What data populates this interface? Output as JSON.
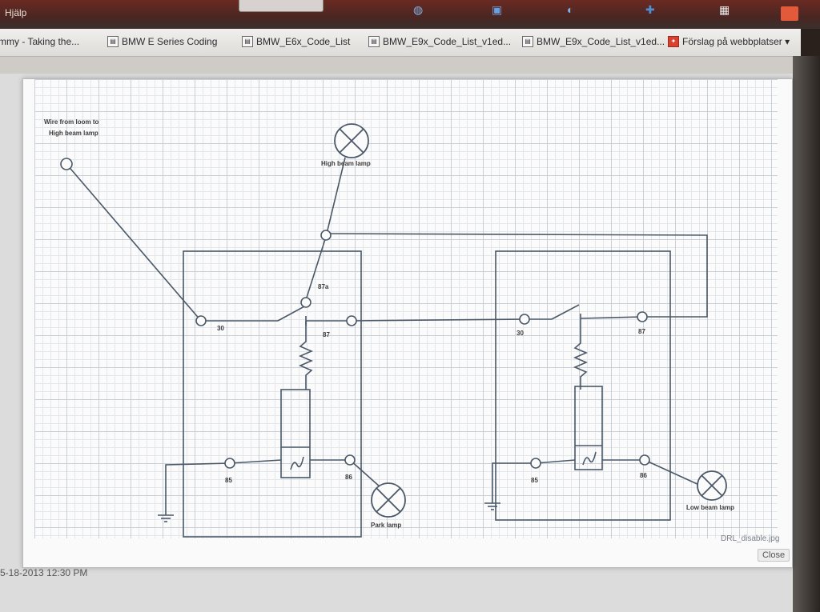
{
  "window": {
    "menu_word": "Hjälp"
  },
  "favorites": {
    "items": [
      {
        "label": "mmy - Taking the...",
        "icon": ""
      },
      {
        "label": "BMW E Series Coding",
        "icon": "page-icon"
      },
      {
        "label": "BMW_E6x_Code_List",
        "icon": "page-icon"
      },
      {
        "label": "BMW_E9x_Code_List_v1ed...",
        "icon": "page-icon"
      },
      {
        "label": "BMW_E9x_Code_List_v1ed...",
        "icon": "page-icon"
      },
      {
        "label": "Förslag på webbplatser ▾",
        "icon": "suggested-sites-icon"
      }
    ]
  },
  "diagram": {
    "label_wire": [
      "Wire from loom to",
      "High beam lamp"
    ],
    "label_high_beam": "High beam lamp",
    "label_park": "Park lamp",
    "label_low_beam": "Low beam lamp",
    "relay1_pins": {
      "p30": "30",
      "p87a": "87a",
      "p87": "87",
      "p85": "85",
      "p86": "86"
    },
    "relay2_pins": {
      "p30": "30",
      "p87": "87",
      "p85": "85",
      "p86": "86"
    }
  },
  "viewer": {
    "filename": "DRL_disable.jpg",
    "close_label": "Close"
  },
  "footer": {
    "timestamp": "5-18-2013 12:30 PM"
  },
  "colors": {
    "wire": "#4a5868",
    "grid_major": "#c9cfd6",
    "grid_minor": "#e3e6ea"
  }
}
